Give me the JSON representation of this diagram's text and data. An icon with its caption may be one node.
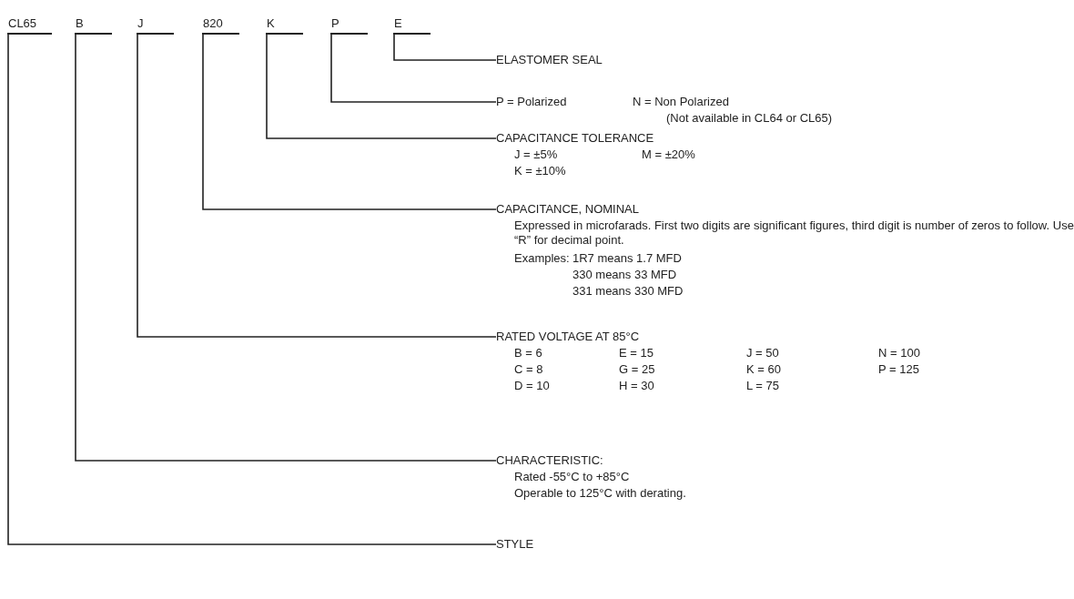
{
  "diagram": {
    "nodes": [
      {
        "text": [
          "CL65"
        ]
      },
      {
        "text": [
          "B"
        ]
      },
      {
        "text": [
          "J"
        ]
      },
      {
        "text": [
          "820"
        ]
      },
      {
        "text": [
          "K"
        ]
      },
      {
        "text": [
          "P"
        ]
      },
      {
        "text": [
          "E"
        ]
      },
      {
        "text": [
          "ELASTOMER SEAL"
        ]
      },
      {
        "text": [
          "P = Polarized",
          "N = Non Polarized",
          "(Not available in CL64 or CL65)"
        ]
      },
      {
        "text": [
          "CAPACITANCE TOLERANCE",
          "J =  ±5%",
          "M = ±20%",
          "K = ±10%"
        ]
      },
      {
        "text": [
          "CAPACITANCE, NOMINAL",
          "Expressed in microfarads. First two digits are significant figures, third digit is number of zeros to follow. Use “R” for decimal point.",
          "Examples:",
          "1R7 means 1.7 MFD",
          "330 means 33 MFD",
          "331 means 330 MFD"
        ]
      },
      {
        "text": [
          "RATED VOLTAGE AT 85°C",
          "B = 6",
          "E = 15",
          "J = 50",
          "N = 100",
          "C = 8",
          "G = 25",
          "K = 60",
          "P = 125",
          "D = 10",
          "H = 30",
          "L = 75"
        ]
      },
      {
        "text": [
          "CHARACTERISTIC:",
          "Rated -55°C to +85°C",
          "Operable to 125°C with derating."
        ]
      },
      {
        "text": [
          "STYLE"
        ]
      }
    ],
    "edges": [
      {
        "from": 6,
        "to": 7,
        "arrow": "none"
      },
      {
        "from": 5,
        "to": 8,
        "arrow": "none"
      },
      {
        "from": 4,
        "to": 9,
        "arrow": "none"
      },
      {
        "from": 3,
        "to": 10,
        "arrow": "none"
      },
      {
        "from": 2,
        "to": 11,
        "arrow": "none"
      },
      {
        "from": 1,
        "to": 12,
        "arrow": "none"
      },
      {
        "from": 0,
        "to": 13,
        "arrow": "none"
      }
    ]
  }
}
